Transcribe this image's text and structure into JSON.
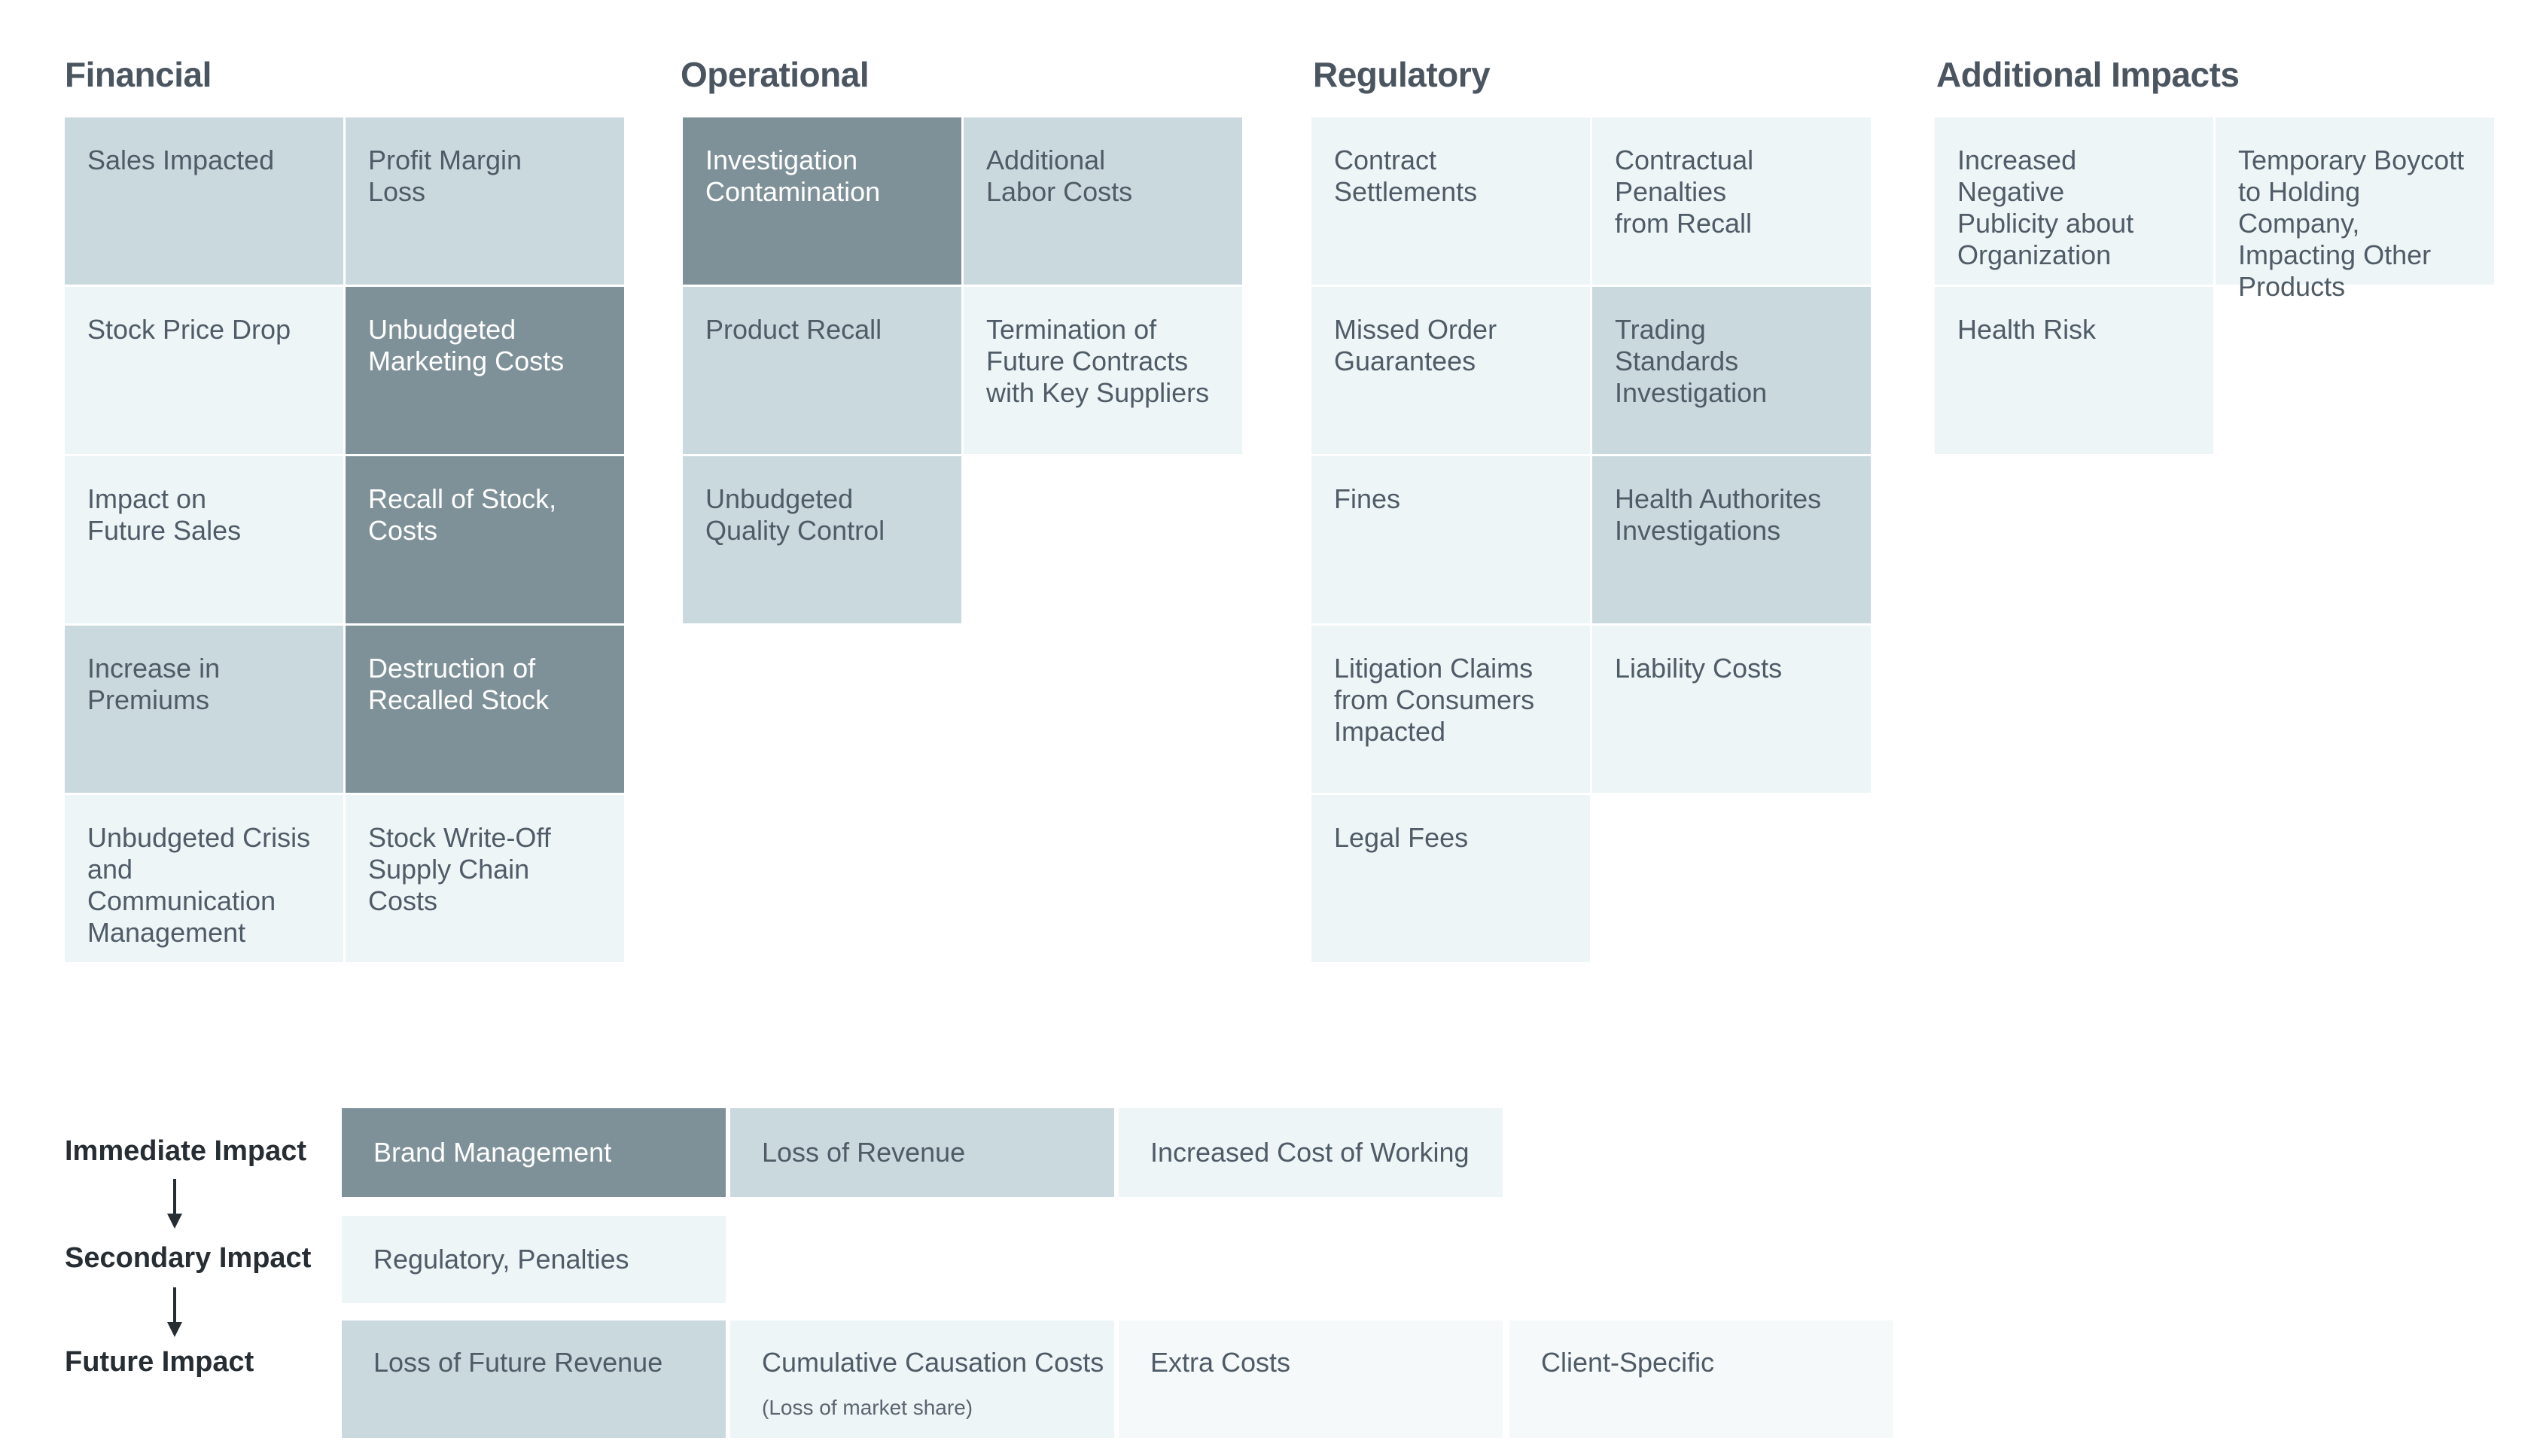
{
  "categories": {
    "financial": {
      "title": "Financial",
      "cells": [
        {
          "label": "Sales Impacted",
          "shade": 2
        },
        {
          "label": "Profit Margin\nLoss",
          "shade": 2
        },
        {
          "label": "Stock Price Drop",
          "shade": 1
        },
        {
          "label": "Unbudgeted\nMarketing Costs",
          "shade": 3
        },
        {
          "label": "Impact on\nFuture Sales",
          "shade": 1
        },
        {
          "label": "Recall  of Stock,\nCosts",
          "shade": 3
        },
        {
          "label": "Increase in\nPremiums",
          "shade": 2
        },
        {
          "label": "Destruction of\nRecalled Stock",
          "shade": 3
        },
        {
          "label": "Unbudgeted Crisis\nand Communication\nManagement",
          "shade": 1
        },
        {
          "label": "Stock Write-Off\nSupply Chain Costs",
          "shade": 1
        }
      ]
    },
    "operational": {
      "title": "Operational",
      "cells": [
        {
          "label": "Investigation\nContamination",
          "shade": 3
        },
        {
          "label": "Additional\nLabor Costs",
          "shade": 2
        },
        {
          "label": "Product Recall",
          "shade": 2
        },
        {
          "label": "Termination of\nFuture Contracts\nwith Key Suppliers",
          "shade": 1
        },
        {
          "label": "Unbudgeted\nQuality Control",
          "shade": 2
        }
      ]
    },
    "regulatory": {
      "title": "Regulatory",
      "cells": [
        {
          "label": "Contract\nSettlements",
          "shade": 1
        },
        {
          "label": "Contractual\nPenalties\nfrom Recall",
          "shade": 1
        },
        {
          "label": "Missed Order\nGuarantees",
          "shade": 1
        },
        {
          "label": "Trading\nStandards\nInvestigation",
          "shade": 2
        },
        {
          "label": "Fines",
          "shade": 1
        },
        {
          "label": "Health Authorites\nInvestigations",
          "shade": 2
        },
        {
          "label": "Litigation Claims\nfrom Consumers\nImpacted",
          "shade": 1
        },
        {
          "label": "Liability Costs",
          "shade": 1
        },
        {
          "label": "Legal Fees",
          "shade": 1
        }
      ]
    },
    "additional": {
      "title": "Additional Impacts",
      "cells": [
        {
          "label": "Increased Negative\nPublicity about\nOrganization",
          "shade": 1
        },
        {
          "label": "Temporary Boycott\nto Holding Company,\nImpacting Other\nProducts",
          "shade": 1
        },
        {
          "label": "Health Risk",
          "shade": 1
        }
      ]
    }
  },
  "timeline": {
    "immediate": {
      "label": "Immediate Impact",
      "items": [
        {
          "label": "Brand Management",
          "shade": 3
        },
        {
          "label": "Loss of Revenue",
          "shade": 2
        },
        {
          "label": "Increased Cost of Working",
          "shade": 1
        }
      ]
    },
    "secondary": {
      "label": "Secondary Impact",
      "items": [
        {
          "label": "Regulatory, Penalties",
          "shade": 1
        }
      ]
    },
    "future": {
      "label": "Future Impact",
      "items": [
        {
          "label": "Loss of Future Revenue",
          "shade": 2
        },
        {
          "label": "Cumulative Causation Costs",
          "sub": "(Loss of market share)",
          "shade": 1
        },
        {
          "label": "Extra Costs",
          "shade": 0
        },
        {
          "label": "Client-Specific",
          "shade": 0
        }
      ]
    }
  }
}
